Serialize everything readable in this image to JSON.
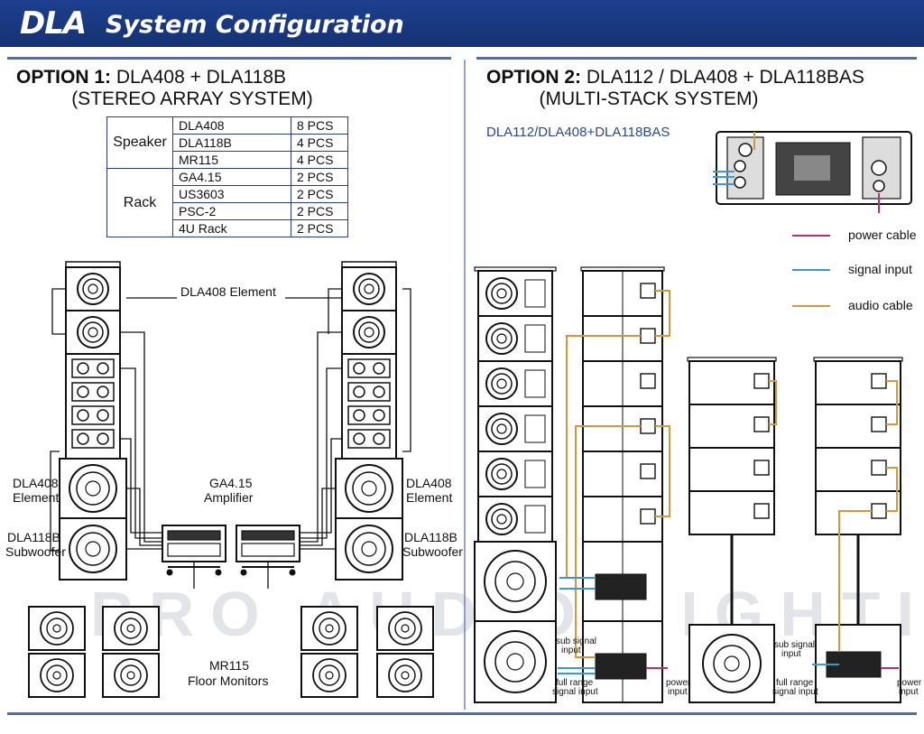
{
  "header": {
    "brand": "DLA",
    "title": "System Configuration"
  },
  "option1": {
    "prefix": "OPTION 1:",
    "name": "DLA408 + DLA118B",
    "subtitle": "(STEREO ARRAY SYSTEM)",
    "table": {
      "speaker_label": "Speaker",
      "rack_label": "Rack",
      "speaker_rows": [
        {
          "item": "DLA408",
          "qty": "8 PCS"
        },
        {
          "item": "DLA118B",
          "qty": "4 PCS"
        },
        {
          "item": "MR115",
          "qty": "4 PCS"
        }
      ],
      "rack_rows": [
        {
          "item": "GA4.15",
          "qty": "2 PCS"
        },
        {
          "item": "US3603",
          "qty": "2 PCS"
        },
        {
          "item": "PSC-2",
          "qty": "2 PCS"
        },
        {
          "item": "4U Rack",
          "qty": "2 PCS"
        }
      ]
    },
    "labels": {
      "element_top": "DLA408 Element",
      "element_left_1": "DLA408",
      "element_left_2": "Element",
      "sub_left_1": "DLA118B",
      "sub_left_2": "Subwoofer",
      "amp_1": "GA4.15",
      "amp_2": "Amplifier",
      "element_right_1": "DLA408",
      "element_right_2": "Element",
      "sub_right_1": "DLA118B",
      "sub_right_2": "Subwoofer",
      "monitor_1": "MR115",
      "monitor_2": "Floor Monitors"
    }
  },
  "option2": {
    "prefix": "OPTION 2:",
    "name": "DLA112 / DLA408 + DLA118BAS",
    "subtitle": "(MULTI-STACK SYSTEM)",
    "model_label": "DLA112/DLA408+DLA118BAS",
    "legend": [
      {
        "label": "power cable",
        "color": "#b0307a"
      },
      {
        "label": "signal input",
        "color": "#3a9ad0"
      },
      {
        "label": "audio cable",
        "color": "#d09a3a"
      }
    ],
    "small_labels": {
      "sub_signal_1": "sub signal",
      "sub_signal_2": "input",
      "full_range_1": "full range",
      "full_range_2": "signal input",
      "power_1": "power",
      "power_2": "input"
    }
  },
  "watermark": "PRO AUDIO LIGHTING"
}
